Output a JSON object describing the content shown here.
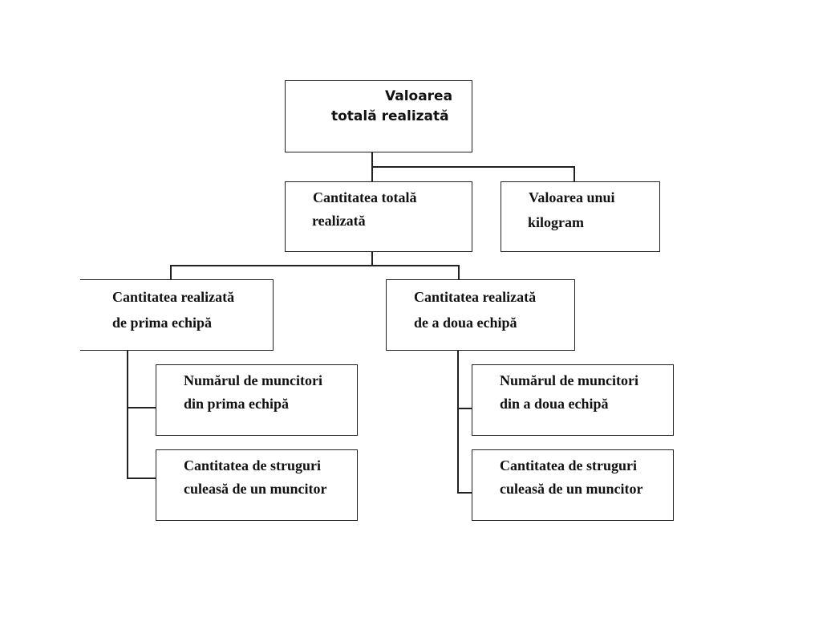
{
  "diagram": {
    "root": {
      "line1": "Valoarea",
      "line2": "totală realizată"
    },
    "level1": [
      {
        "line1": "Cantitatea totală",
        "line2": "realizată"
      },
      {
        "line1": "Valoarea unui",
        "line2": "kilogram"
      }
    ],
    "level2": [
      {
        "line1": "Cantitatea realizată",
        "line2": "de prima echipă"
      },
      {
        "line1": "Cantitatea realizată",
        "line2": "de a doua echipă"
      }
    ],
    "level3_team1": [
      {
        "line1": "Numărul de muncitori",
        "line2": "din prima echipă"
      },
      {
        "line1": "Cantitatea de struguri",
        "line2": "culeasă de un muncitor"
      }
    ],
    "level3_team2": [
      {
        "line1": "Numărul de muncitori",
        "line2": "din a doua echipă"
      },
      {
        "line1": "Cantitatea de struguri",
        "line2": "culeasă de un muncitor"
      }
    ]
  }
}
